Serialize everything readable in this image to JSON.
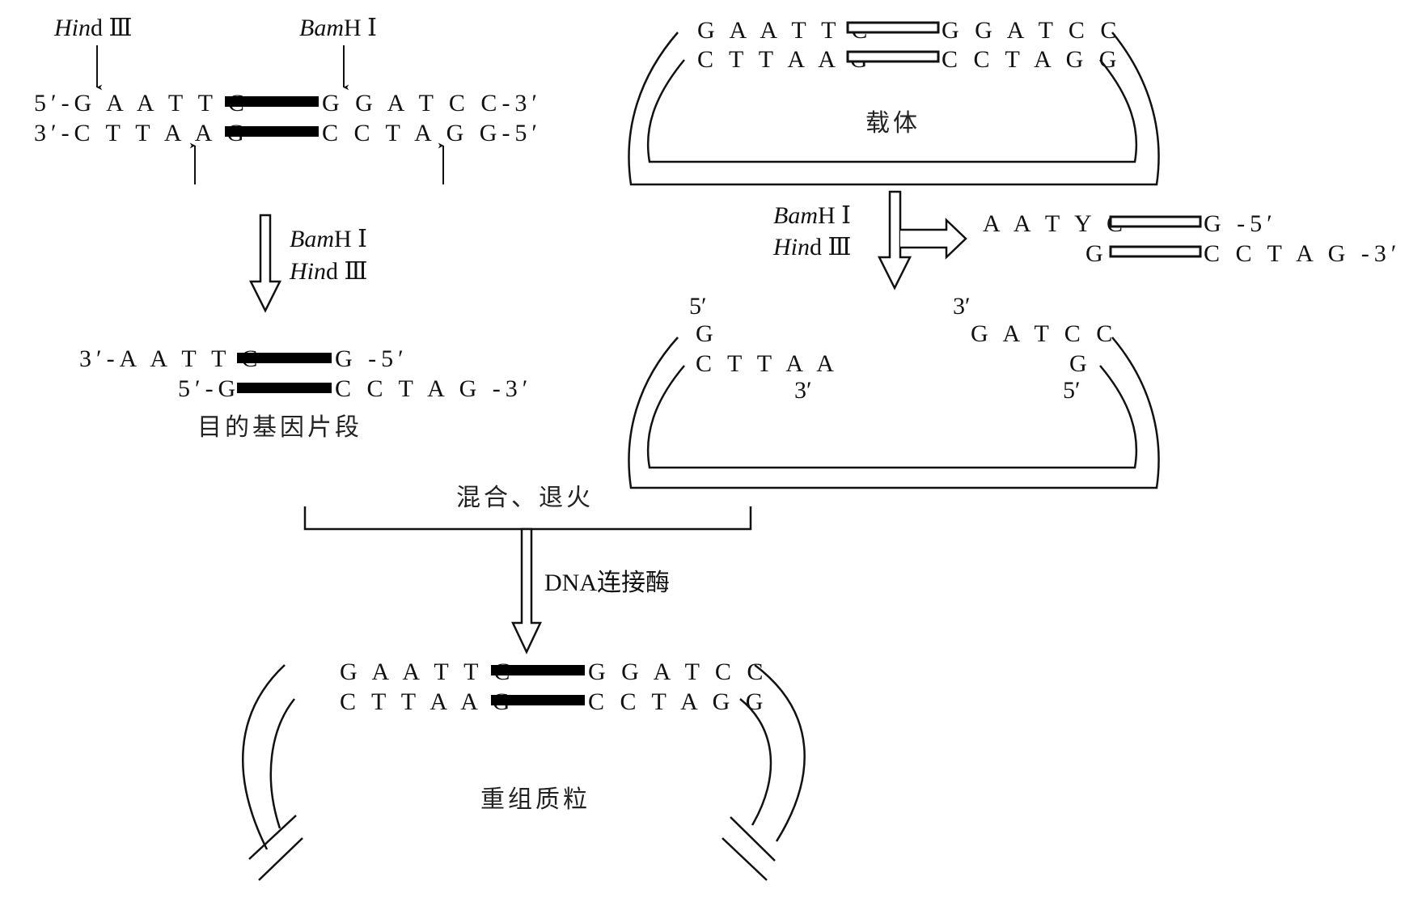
{
  "diagram": {
    "title": "Recombinant plasmid construction with BamHI and HindIII",
    "enzymes": {
      "hind": {
        "italic": "Hin",
        "roman": "d Ⅲ"
      },
      "bam": {
        "italic": "Bam",
        "roman": "H Ⅰ"
      }
    },
    "target_dna": {
      "top_strand": {
        "left": "5′-G A A T T C",
        "right": "G G A T C C-3′"
      },
      "bottom_strand": {
        "left": "3′-C T T A A G",
        "right": "C C T A G G-5′"
      }
    },
    "step1": {
      "enzyme_line1": {
        "italic": "Bam",
        "roman": "H Ⅰ"
      },
      "enzyme_line2": {
        "italic": "Hin",
        "roman": "d Ⅲ"
      }
    },
    "gene_fragment": {
      "top": {
        "left": "3′-A A T T C",
        "right": "G -5′"
      },
      "bottom": {
        "left": "5′-G",
        "right": "C C T A G -3′"
      },
      "label": "目的基因片段"
    },
    "vector": {
      "top": {
        "left": "G A A T T C",
        "right": "G G A T C C"
      },
      "bottom": {
        "left": "C T T A A G",
        "right": "C C T A G G"
      },
      "label": "载体"
    },
    "step2": {
      "enzyme_line1": {
        "italic": "Bam",
        "roman": "H Ⅰ"
      },
      "enzyme_line2": {
        "italic": "Hin",
        "roman": "d Ⅲ"
      }
    },
    "excised_fragment": {
      "top": {
        "left": "A A T Y C",
        "right": "G -5′"
      },
      "bottom": {
        "left": "G",
        "right": "C C T A G -3′"
      }
    },
    "cut_vector": {
      "left_top_end": "5′",
      "left_top": "G",
      "left_bottom": "C T T A A",
      "left_bottom_end": "3′",
      "right_top_end": "3′",
      "right_top": "G A T C C",
      "right_bottom": "G",
      "right_bottom_end": "5′"
    },
    "mix_label": "混合、退火",
    "ligase_label": "DNA连接酶",
    "recombinant": {
      "top": {
        "left": "G A A T T C",
        "right": "G G A T C C"
      },
      "bottom": {
        "left": "C T T A A G",
        "right": "C C T A G G"
      },
      "label": "重组质粒"
    }
  }
}
